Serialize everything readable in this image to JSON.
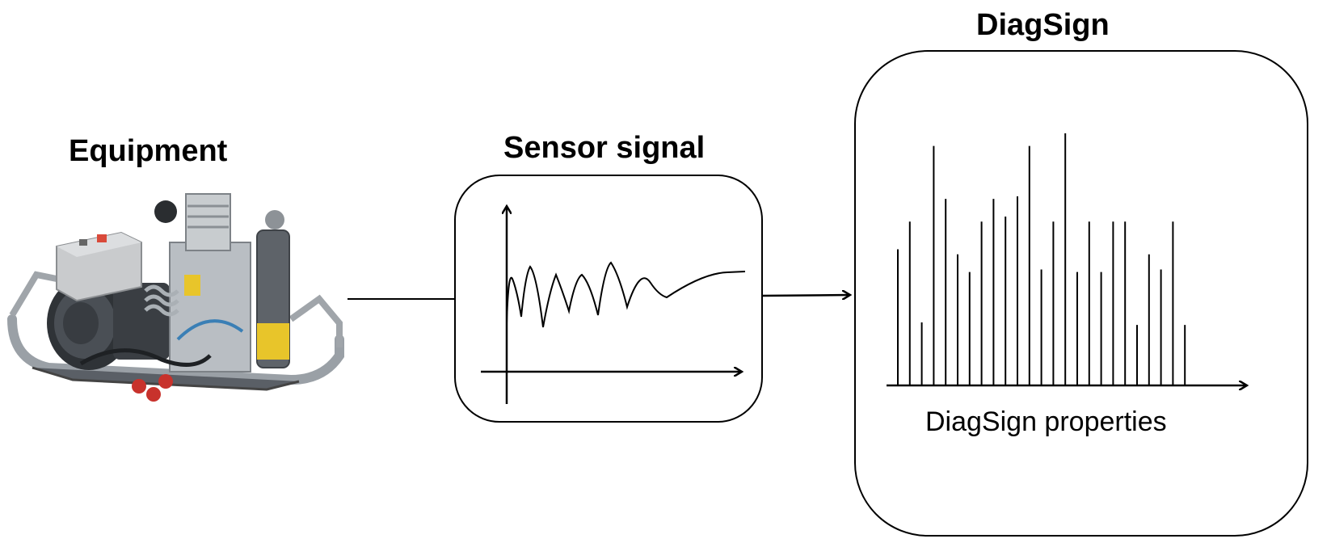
{
  "labels": {
    "equipment": "Equipment",
    "sensor_signal": "Sensor signal",
    "diagsign": "DiagSign",
    "diagsign_properties": "DiagSign properties"
  },
  "icons": {
    "equipment": "compressor-machine-icon"
  },
  "diagsign_bars": [
    0.54,
    0.65,
    0.25,
    0.95,
    0.74,
    0.52,
    0.45,
    0.65,
    0.74,
    0.67,
    0.75,
    0.95,
    0.46,
    0.65,
    1.0,
    0.45,
    0.65,
    0.45,
    0.65,
    0.65,
    0.24,
    0.52,
    0.46,
    0.65,
    0.24
  ]
}
